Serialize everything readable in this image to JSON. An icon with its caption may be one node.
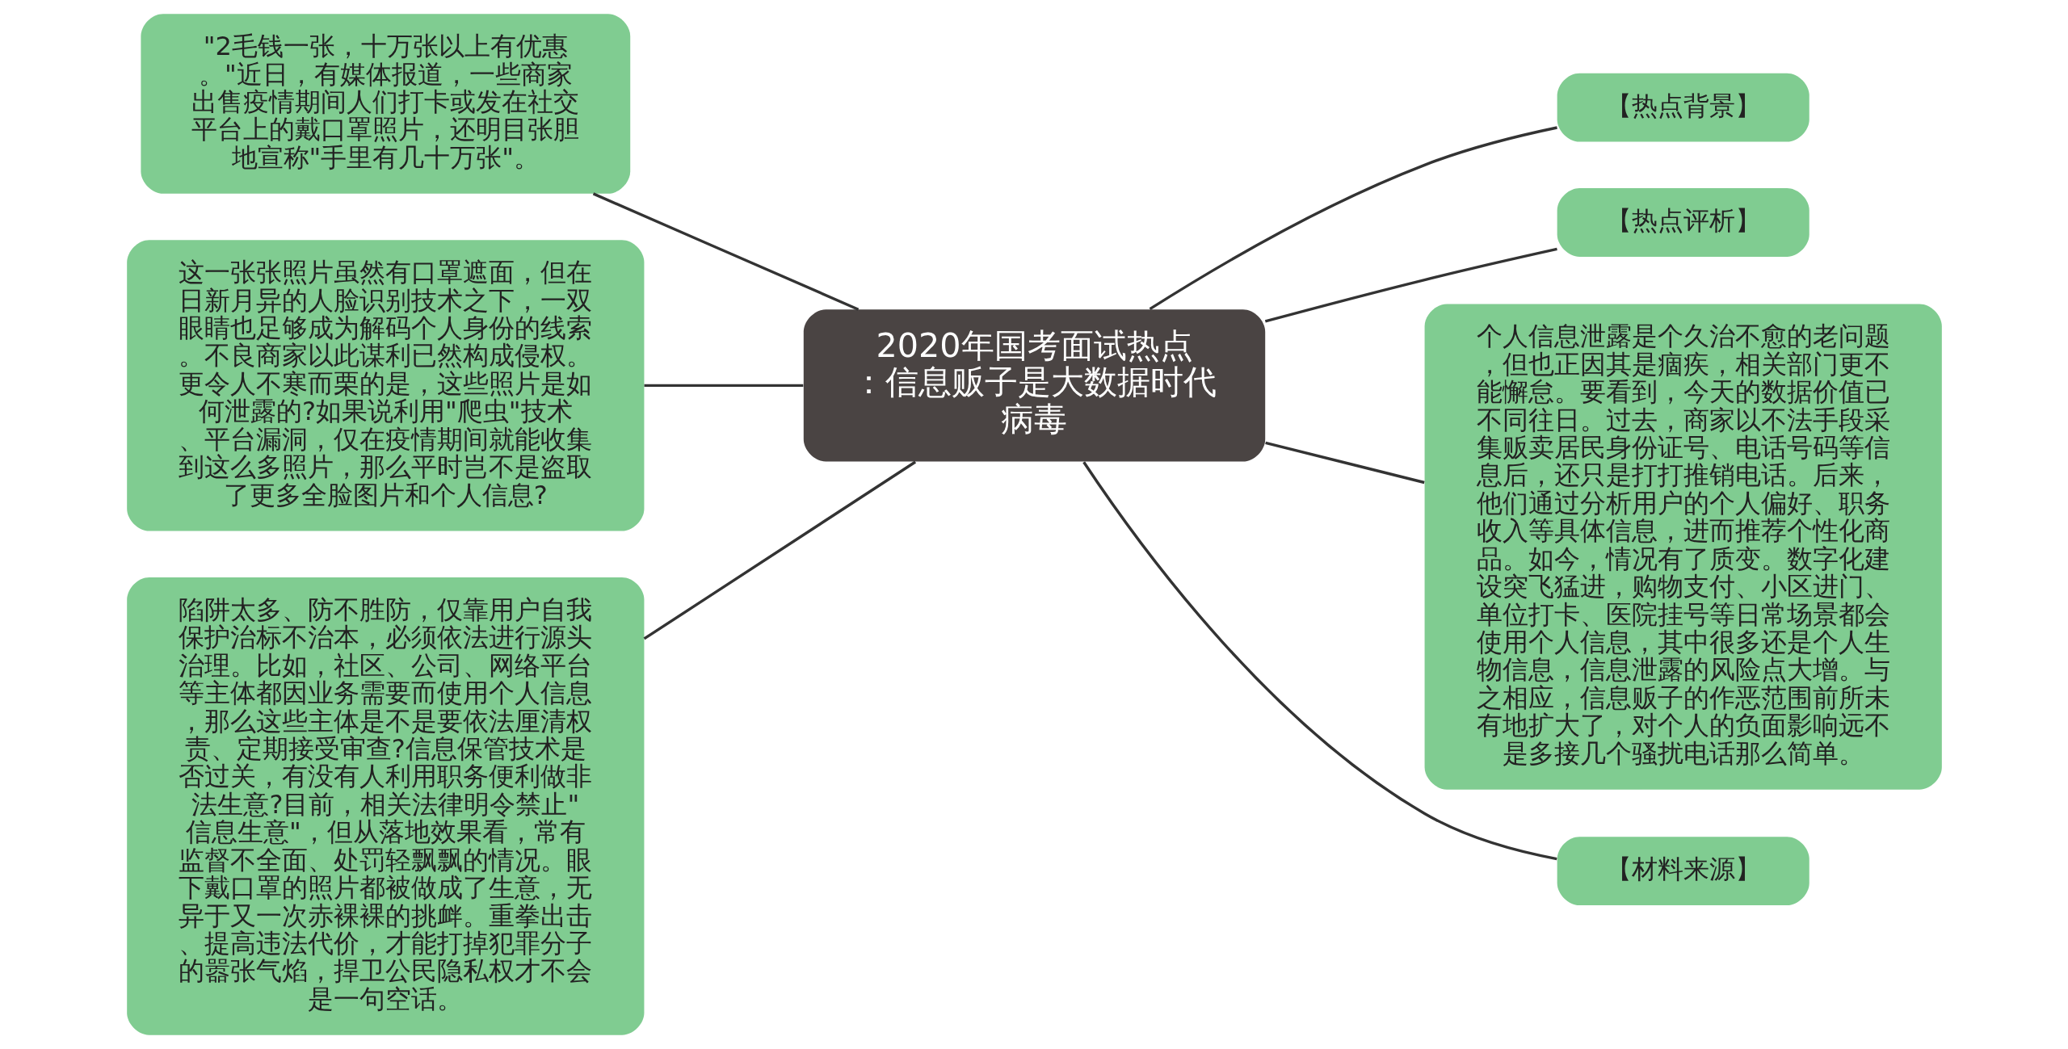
{
  "diagram": {
    "nodes": [
      {
        "text": [
          "2020年国考面试热点：信息贩子是大数据时代病毒"
        ]
      },
      {
        "text": [
          "【热点背景】"
        ]
      },
      {
        "text": [
          "【热点评析】"
        ]
      },
      {
        "text": [
          "个人信息泄露是个久治不愈的老问题，但也正因其是痼疾，相关部门更不能懈怠。要看到，今天的数据价值已不同往日。过去，商家以不法手段采集贩卖居民身份证号、电话号码等信息后，还只是打打推销电话。后来，他们通过分析用户的个人偏好、职务收入等具体信息，进而推荐个性化商品。如今，情况有了质变。数字化建设突飞猛进，购物支付、小区进门、单位打卡、医院挂号等日常场景都会使用个人信息，其中很多还是个人生物信息，信息泄露的风险点大增。与之相应，信息贩子的作恶范围前所未有地扩大了，对个人的负面影响远不是多接几个骚扰电话那么简单。"
        ]
      },
      {
        "text": [
          "【材料来源】"
        ]
      },
      {
        "text": [
          "\"2毛钱一张，十万张以上有优惠。\"近日，有媒体报道，一些商家出售疫情期间人们打卡或发在社交平台上的戴口罩照片，还明目张胆地宣称\"手里有几十万张\"。"
        ]
      },
      {
        "text": [
          "这一张张照片虽然有口罩遮面，但在日新月异的人脸识别技术之下，一双眼睛也足够成为解码个人身份的线索。不良商家以此谋利已然构成侵权。更令人不寒而栗的是，这些照片是如何泄露的?如果说利用\"爬虫\"技术、平台漏洞，仅在疫情期间就能收集到这么多照片，那么平时岂不是盗取了更多全脸图片和个人信息?"
        ]
      },
      {
        "text": [
          "陷阱太多、防不胜防，仅靠用户自我保护治标不治本，必须依法进行源头治理。比如，社区、公司、网络平台等主体都因业务需要而使用个人信息，那么这些主体是不是要依法厘清权责、定期接受审查?信息保管技术是否过关，有没有人利用职务便利做非法生意?目前，相关法律明令禁止\"信息生意\"，但从落地效果看，常有监督不全面、处罚轻飘飘的情况。眼下戴口罩的照片都被做成了生意，无异于又一次赤裸裸的挑衅。重拳出击、提高违法代价，才能打掉犯罪分子的嚣张气焰，捍卫公民隐私权才不会是一句空话。"
        ]
      }
    ],
    "edges": [
      {
        "from": 0,
        "to": 1,
        "arrow": "none"
      },
      {
        "from": 0,
        "to": 2,
        "arrow": "none"
      },
      {
        "from": 0,
        "to": 3,
        "arrow": "none"
      },
      {
        "from": 0,
        "to": 4,
        "arrow": "none"
      },
      {
        "from": 0,
        "to": 5,
        "arrow": "none"
      },
      {
        "from": 0,
        "to": 6,
        "arrow": "none"
      },
      {
        "from": 0,
        "to": 7,
        "arrow": "none"
      }
    ]
  }
}
